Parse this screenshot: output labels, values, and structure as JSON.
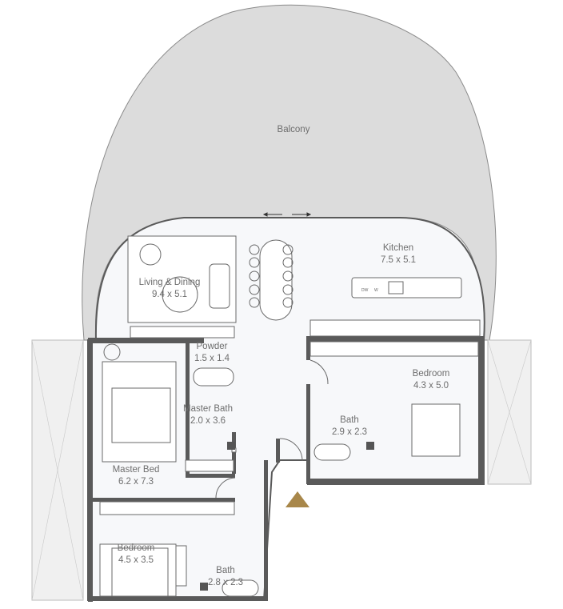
{
  "plan": {
    "rooms": [
      {
        "id": "balcony",
        "name": "Balcony",
        "size": ""
      },
      {
        "id": "kitchen",
        "name": "Kitchen",
        "size": "7.5 x 5.1"
      },
      {
        "id": "living",
        "name": "Living & Dining",
        "size": "9.4 x 5.1"
      },
      {
        "id": "powder",
        "name": "Powder",
        "size": "1.5 x 1.4"
      },
      {
        "id": "master-bath",
        "name": "Master Bath",
        "size": "2.0 x 3.6"
      },
      {
        "id": "master-bed",
        "name": "Master Bed",
        "size": "6.2 x 7.3"
      },
      {
        "id": "bedroom-2",
        "name": "Bedroom",
        "size": "4.3 x 5.0"
      },
      {
        "id": "bath-2",
        "name": "Bath",
        "size": "2.9 x 2.3"
      },
      {
        "id": "bedroom-3",
        "name": "Bedroom",
        "size": "4.5 x 3.5"
      },
      {
        "id": "bath-3",
        "name": "Bath",
        "size": "2.8 x 2.3"
      }
    ],
    "appliances": {
      "dishwasher": "DW",
      "washer": "W"
    },
    "colors": {
      "balcony": "#dcdcdc",
      "wall": "#5a5a5a",
      "entry_marker": "#a8874a",
      "floor": "#f7f8fa"
    }
  }
}
